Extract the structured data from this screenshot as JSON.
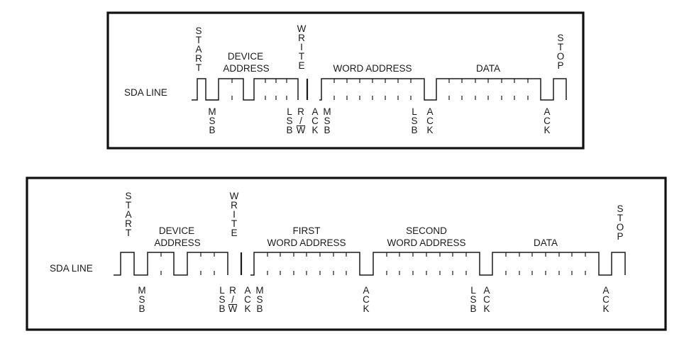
{
  "diagrams": [
    {
      "line_label": "SDA LINE",
      "top_labels": {
        "start": "START",
        "device_address": [
          "DEVICE",
          "ADDRESS"
        ],
        "write": "WRITE",
        "word_address": [
          "WORD ADDRESS"
        ],
        "data": [
          "DATA"
        ],
        "stop": "STOP"
      },
      "bottom_labels": {
        "msb_1": "MSB",
        "lsb_1": "LSB",
        "rw": "R/W",
        "ack_1": "ACK",
        "msb_2": "MSB",
        "lsb_2": "LSB",
        "ack_2": "ACK",
        "ack_3": "ACK"
      }
    },
    {
      "line_label": "SDA LINE",
      "top_labels": {
        "start": "START",
        "device_address": [
          "DEVICE",
          "ADDRESS"
        ],
        "write": "WRITE",
        "first_word_address": [
          "FIRST",
          "WORD ADDRESS"
        ],
        "second_word_address": [
          "SECOND",
          "WORD ADDRESS"
        ],
        "data": [
          "DATA"
        ],
        "stop": "STOP"
      },
      "bottom_labels": {
        "msb_1": "MSB",
        "lsb_1": "LSB",
        "rw": "R/W",
        "ack_1": "ACK",
        "msb_2": "MSB",
        "ack_2": "ACK",
        "lsb_2": "LSB",
        "ack_3": "ACK",
        "ack_4": "ACK"
      }
    }
  ]
}
